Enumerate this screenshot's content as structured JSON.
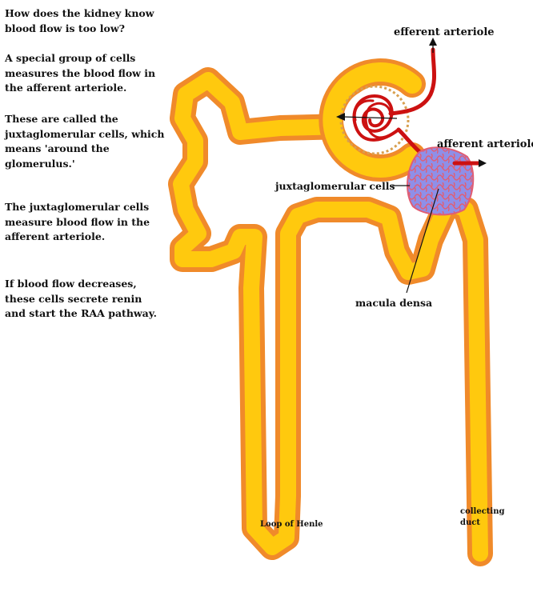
{
  "intro": {
    "question": "How does the kidney know blood flow is too low?",
    "answer": "A special group of cells measures the blood flow in the afferent arteriole.",
    "called": "These are called the juxtaglomerular cells, which means 'around the glomerulus.'",
    "measure": "The juxtaglomerular cells measure blood flow in the afferent arteriole.",
    "renin": "If blood flow decreases, these cells secrete renin and start the RAA pathway."
  },
  "labels": {
    "efferent": "efferent arteriole",
    "afferent": "afferent arteriole",
    "juxta": "juxtaglomerular cells",
    "macula": "macula densa",
    "loop": "Loop of Henle",
    "collecting_1": "collecting",
    "collecting_2": "duct"
  },
  "colors": {
    "tubule_outline": "#f08a2a",
    "tubule_fill": "#ffc90e",
    "vessel": "#cc1111",
    "cells_fill": "#8f8fe8",
    "cells_outline": "#e05e74"
  }
}
